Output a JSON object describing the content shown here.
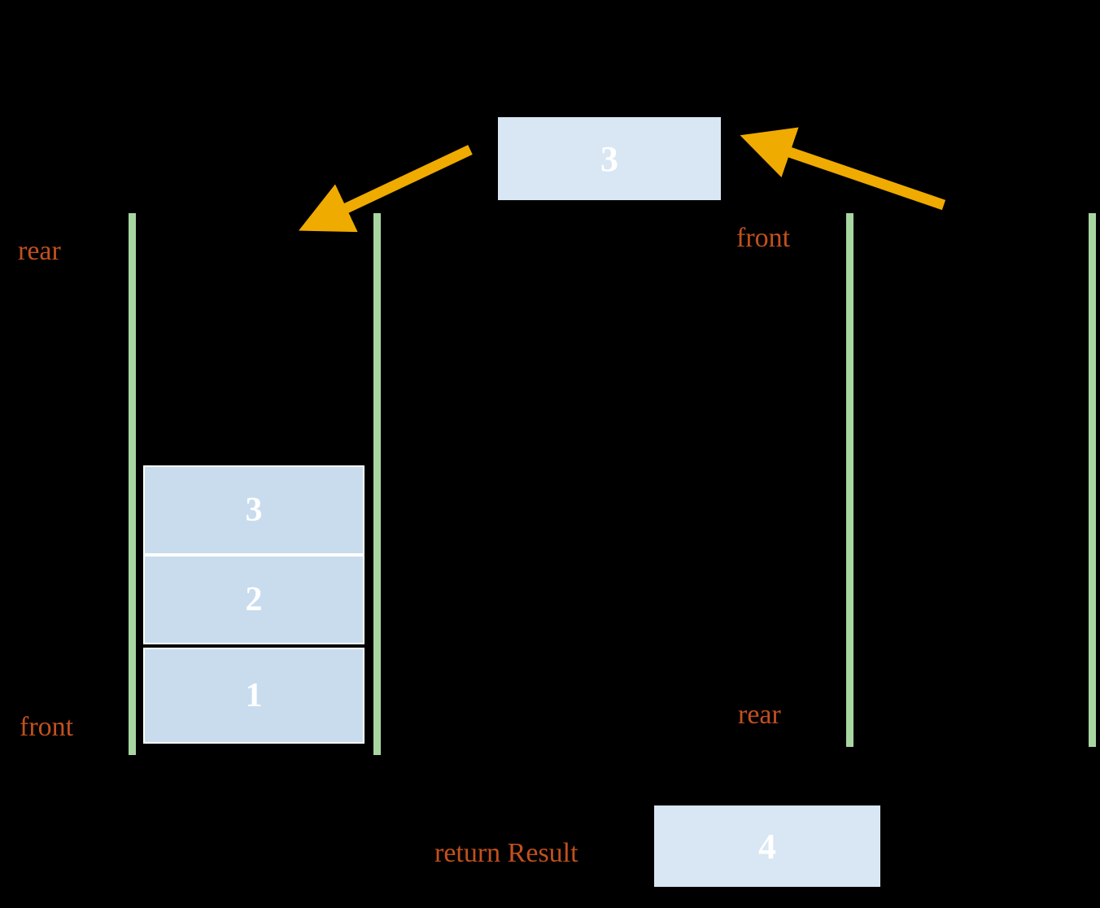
{
  "diagram": {
    "title_hidden": "",
    "colors": {
      "background": "#000000",
      "rail": "#a8d6a0",
      "cell_fill": "#c8dcee",
      "cell_border": "#ffffff",
      "label_text": "#c1501e",
      "arrow": "#f0ab00",
      "value_text": "#ffffff"
    },
    "left_queue": {
      "top_label": "rear",
      "bottom_label": "front",
      "cells": [
        {
          "value": "3"
        },
        {
          "value": "2"
        },
        {
          "value": "1"
        }
      ]
    },
    "right_queue": {
      "top_label": "front",
      "bottom_label": "rear",
      "cells": []
    },
    "moving_element": {
      "value": "3"
    },
    "result": {
      "label": "return Result",
      "value": "4"
    }
  }
}
